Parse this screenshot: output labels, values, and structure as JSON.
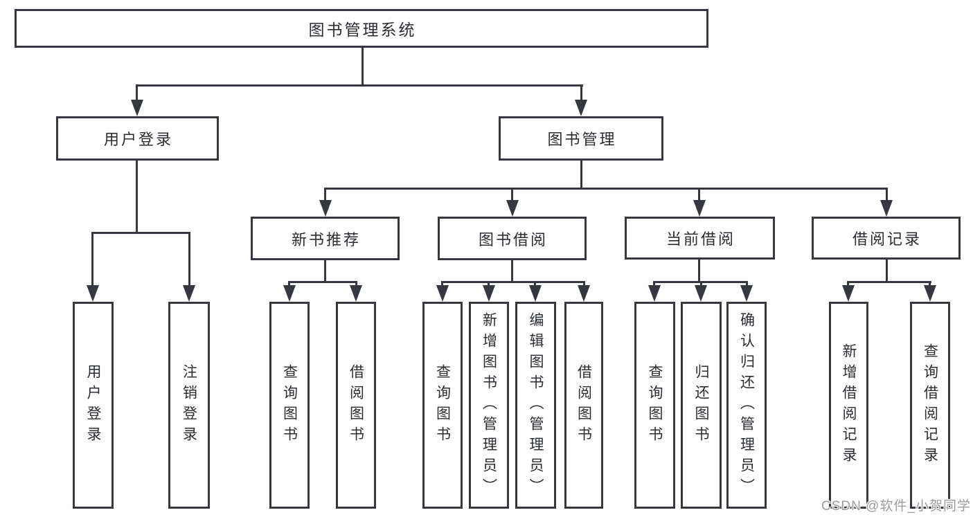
{
  "diagram": {
    "nodes": {
      "root": "图书管理系统",
      "user_login": "用户登录",
      "book_mgmt": "图书管理",
      "new_book_rec": "新书推荐",
      "book_borrow": "图书借阅",
      "current_borrow": "当前借阅",
      "borrow_records": "借阅记录",
      "leaf_user_login": "用户登录",
      "leaf_logout": "注销登录",
      "leaf_rec_query": "查询图书",
      "leaf_rec_borrow": "借阅图书",
      "leaf_bb_query": "查询图书",
      "leaf_bb_add": "新增图书（管理员）",
      "leaf_bb_edit": "编辑图书（管理员）",
      "leaf_bb_borrow": "借阅图书",
      "leaf_cb_query": "查询图书",
      "leaf_cb_return": "归还图书",
      "leaf_cb_confirm": "确认归还（管理员）",
      "leaf_br_add": "新增借阅记录",
      "leaf_br_query": "查询借阅记录"
    },
    "watermark": "CSDN @软件_小贺同学",
    "colors": {
      "line": "#35393f",
      "text": "#2a2d31",
      "background": "#ffffff",
      "watermark": "#9b9b9b"
    }
  }
}
